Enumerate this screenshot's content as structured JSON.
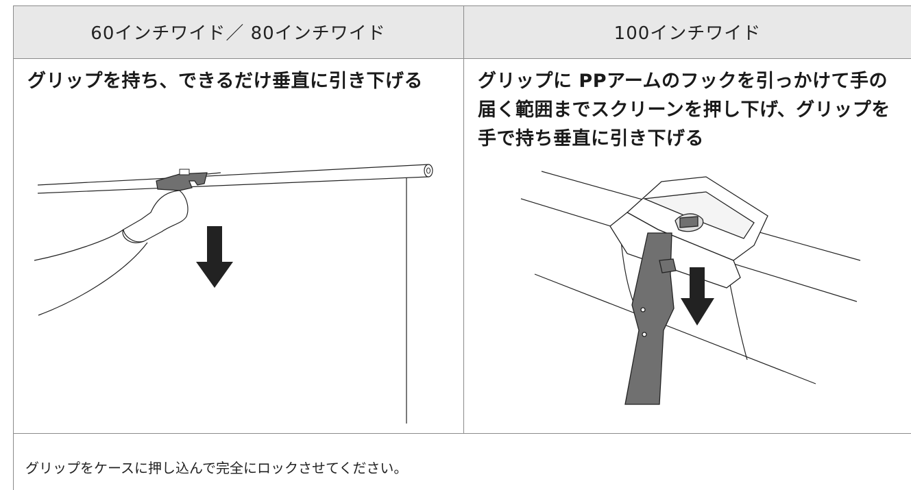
{
  "table": {
    "headers": {
      "left": "60インチワイド／ 80インチワイド",
      "right": "100インチワイド"
    },
    "instructions": {
      "left": "グリップを持ち、できるだけ垂直に引き下げる",
      "right": "グリップに PPアームのフックを引っかけて手の届く範囲までスクリーンを押し下げ、グリップを手で持ち垂直に引き下げる"
    },
    "note": "グリップをケースに押し込んで完全にロックさせてください。"
  },
  "colors": {
    "header_bg": "#e8e8e8",
    "border": "#8a8a8a",
    "arrow": "#222222",
    "grip": "#707070"
  }
}
